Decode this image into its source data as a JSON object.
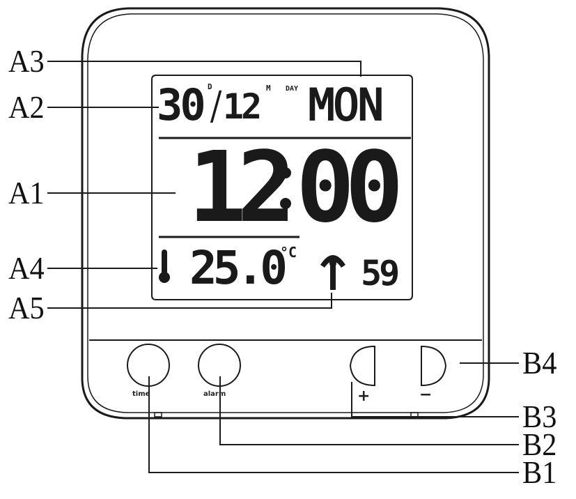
{
  "diagram": {
    "type": "product-part-diagram",
    "subject": "digital radio-controlled alarm clock",
    "colors": {
      "ink": "#1a1a1a",
      "background": "#ffffff"
    }
  },
  "display": {
    "date_day": "30",
    "date_day_unit": "D",
    "date_separator": "/",
    "date_month": "12",
    "date_month_unit": "M",
    "weekday_prefix": "DAY",
    "weekday": "MON",
    "time_hours": "12",
    "time_colon": ":",
    "time_minutes": "00",
    "temperature": "25.0",
    "temperature_unit": "°C",
    "seconds": "59",
    "icons": {
      "thermometer": "thermometer-icon",
      "radio_signal": "radio-tower-icon"
    }
  },
  "buttons": [
    {
      "id": "B1",
      "label": "time",
      "shape": "circle"
    },
    {
      "id": "B2",
      "label": "alarm",
      "shape": "circle"
    },
    {
      "id": "B3",
      "label": "+",
      "shape": "half-circle-left"
    },
    {
      "id": "B4",
      "label": "−",
      "shape": "half-circle-right"
    }
  ],
  "callouts": {
    "left": [
      {
        "label": "A3",
        "target": "weekday"
      },
      {
        "label": "A2",
        "target": "date"
      },
      {
        "label": "A1",
        "target": "time"
      },
      {
        "label": "A4",
        "target": "temperature"
      },
      {
        "label": "A5",
        "target": "radio signal"
      }
    ],
    "right": [
      {
        "label": "B4",
        "target": "minus button"
      },
      {
        "label": "B3",
        "target": "plus button"
      },
      {
        "label": "B2",
        "target": "alarm button"
      },
      {
        "label": "B1",
        "target": "time button"
      }
    ]
  }
}
